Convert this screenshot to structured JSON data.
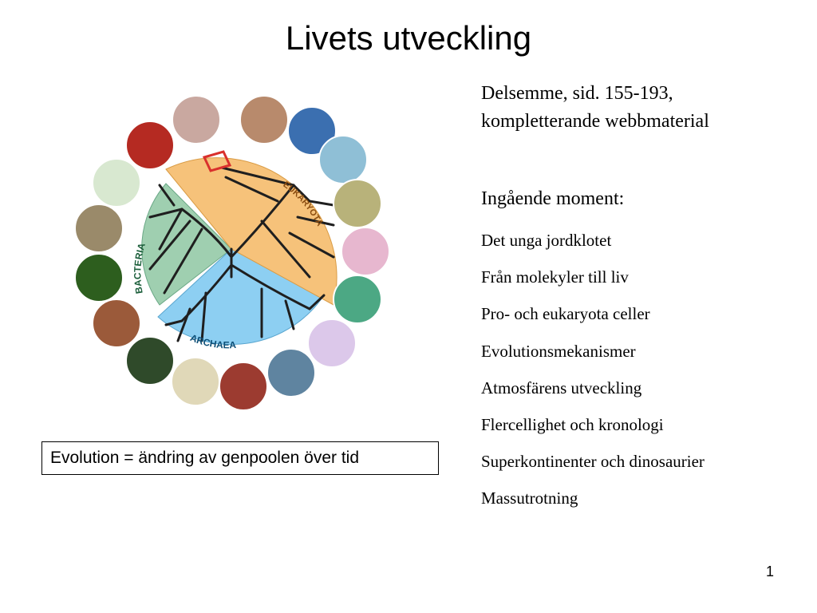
{
  "slide": {
    "title": "Livets utveckling",
    "reference_line1": "Delsemme, sid. 155-193,",
    "reference_line2": "kompletterande webbmaterial",
    "moments_heading": "Ingående moment:",
    "topics": [
      "Det unga jordklotet",
      "Från molekyler till liv",
      "Pro- och eukaryota celler",
      "Evolutionsmekanismer",
      "Atmosfärens utveckling",
      "Flercellighet och kronologi",
      "Superkontinenter och dinosaurier",
      "Massutrotning"
    ],
    "definition_box": "Evolution = ändring av genpoolen över tid",
    "page_number": "1"
  },
  "tree_figure": {
    "domain_labels": [
      "BACTERIA",
      "ARCHAEA",
      "EUKARYOTA"
    ],
    "colors": {
      "bacteria": "#9fcfb0",
      "archaea": "#8dcff2",
      "eukarya": "#f6c27a",
      "highlight": "#d9302c"
    }
  }
}
